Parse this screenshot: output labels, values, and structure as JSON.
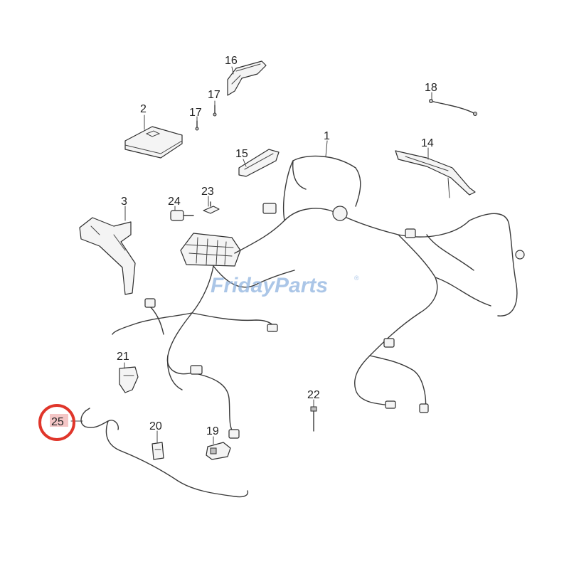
{
  "callouts": [
    {
      "id": "c1",
      "text": "1"
    },
    {
      "id": "c2",
      "text": "2"
    },
    {
      "id": "c3",
      "text": "3"
    },
    {
      "id": "c14",
      "text": "14"
    },
    {
      "id": "c15",
      "text": "15"
    },
    {
      "id": "c16",
      "text": "16"
    },
    {
      "id": "c17a",
      "text": "17"
    },
    {
      "id": "c17b",
      "text": "17"
    },
    {
      "id": "c18",
      "text": "18"
    },
    {
      "id": "c19",
      "text": "19"
    },
    {
      "id": "c20",
      "text": "20"
    },
    {
      "id": "c21",
      "text": "21"
    },
    {
      "id": "c22",
      "text": "22"
    },
    {
      "id": "c23",
      "text": "23"
    },
    {
      "id": "c24",
      "text": "24"
    },
    {
      "id": "c25",
      "text": "25"
    }
  ],
  "watermark": {
    "text": "FridayParts",
    "trademark": "®",
    "color": "#8fb3e0"
  },
  "highlight": {
    "target": "25",
    "ring_color": "#e0362b",
    "fill_color": "#f4c6c6"
  }
}
